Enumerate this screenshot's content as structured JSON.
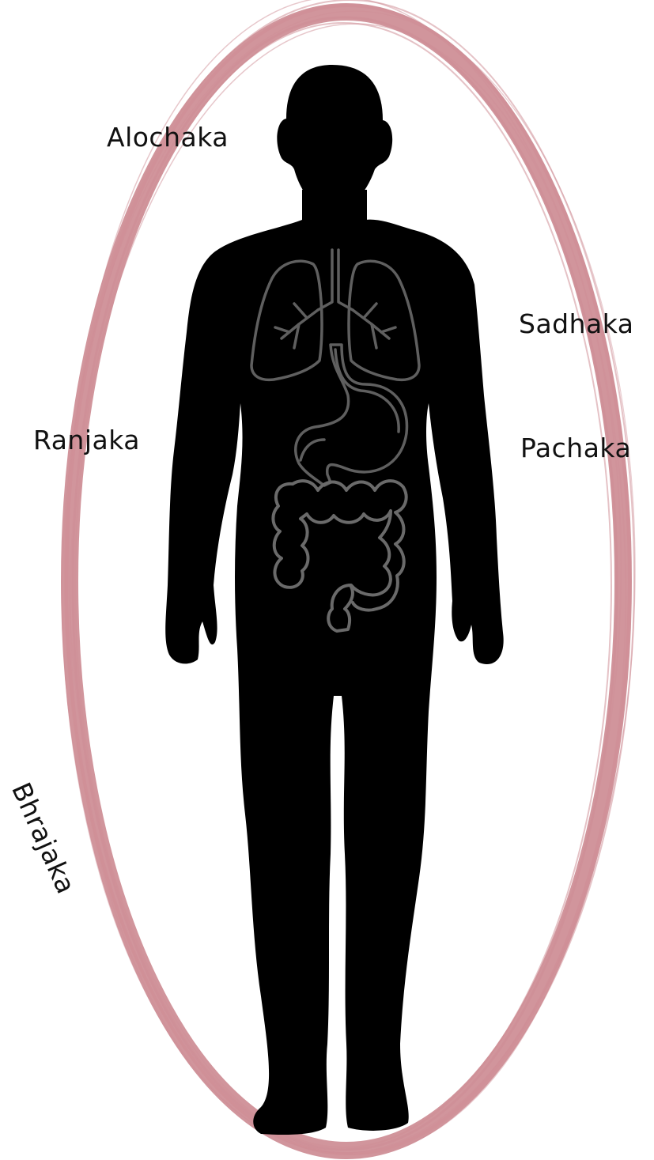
{
  "labels": {
    "alochaka": "Alochaka",
    "sadhaka": "Sadhaka",
    "ranjaka": "Ranjaka",
    "pachaka": "Pachaka",
    "bhrajaka": "Bhrajaka"
  },
  "colors": {
    "aura_ring": "#cf8f97",
    "body_silhouette": "#000000",
    "organ_outline": "#5f5f5f",
    "label_text": "#111111"
  },
  "icons": {
    "aura": "ellipse-ring-icon",
    "body": "human-silhouette-icon",
    "lungs": "lungs-icon",
    "stomach": "stomach-icon",
    "intestines": "large-intestine-icon"
  }
}
